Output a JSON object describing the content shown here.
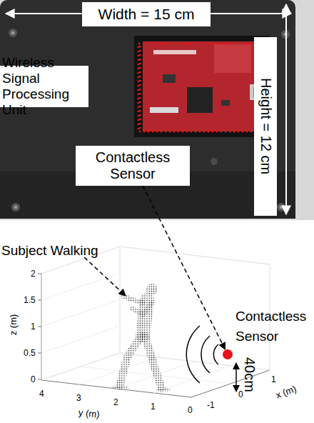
{
  "diagram": {
    "nodes": [
      {
        "text": [
          "Width = 15 cm"
        ]
      },
      {
        "text": [
          "Wireless Signal Processing Unit"
        ]
      },
      {
        "text": [
          "Contactless Sensor"
        ]
      },
      {
        "text": [
          "Height = 12 cm"
        ]
      },
      {
        "text": [
          "Contactless Sensor"
        ]
      }
    ],
    "edges": [
      {
        "from": 2,
        "to": 4,
        "arrow": "to"
      }
    ],
    "labels": [
      "Subject Walking",
      "40cm",
      "2",
      "1.5",
      "1",
      "0.5",
      "0",
      "z (m)",
      "4",
      "3",
      "2",
      "1",
      "0",
      "y (m)",
      "-1",
      "0",
      "1",
      "x (m)"
    ]
  }
}
